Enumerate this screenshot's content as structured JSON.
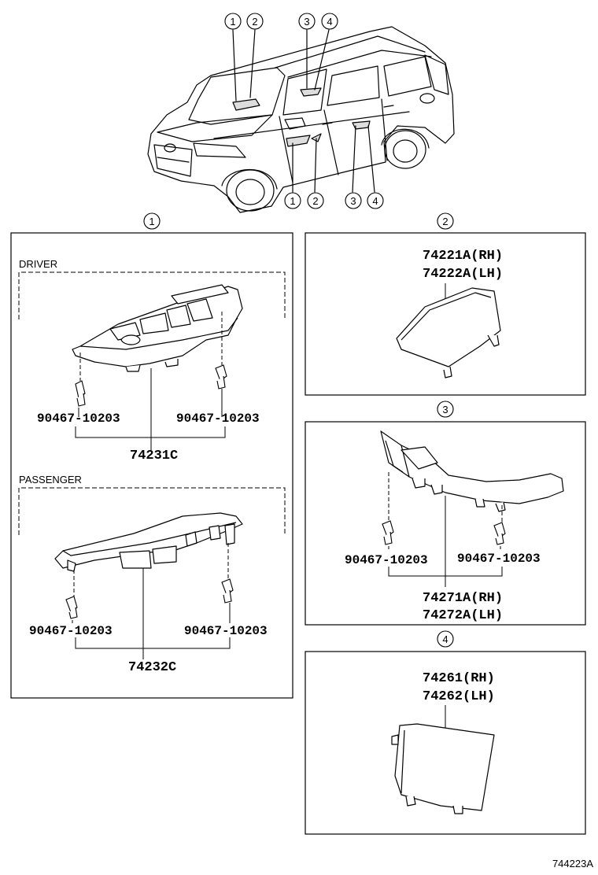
{
  "vehicle_callouts": {
    "top": [
      "1",
      "2",
      "3",
      "4"
    ],
    "bottom": [
      "1",
      "2",
      "3",
      "4"
    ]
  },
  "section1": {
    "marker": "1",
    "driver": {
      "label": "DRIVER",
      "clip_left": "90467-10203",
      "clip_right": "90467-10203",
      "part": "74231C"
    },
    "passenger": {
      "label": "PASSENGER",
      "clip_left": "90467-10203",
      "clip_right": "90467-10203",
      "part": "74232C"
    }
  },
  "section2": {
    "marker": "2",
    "part_rh": "74221A(RH)",
    "part_lh": "74222A(LH)"
  },
  "section3": {
    "marker": "3",
    "clip_left": "90467-10203",
    "clip_right": "90467-10203",
    "part_rh": "74271A(RH)",
    "part_lh": "74272A(LH)"
  },
  "section4": {
    "marker": "4",
    "part_rh": "74261(RH)",
    "part_lh": "74262(LH)"
  },
  "figure_id": "744223A"
}
